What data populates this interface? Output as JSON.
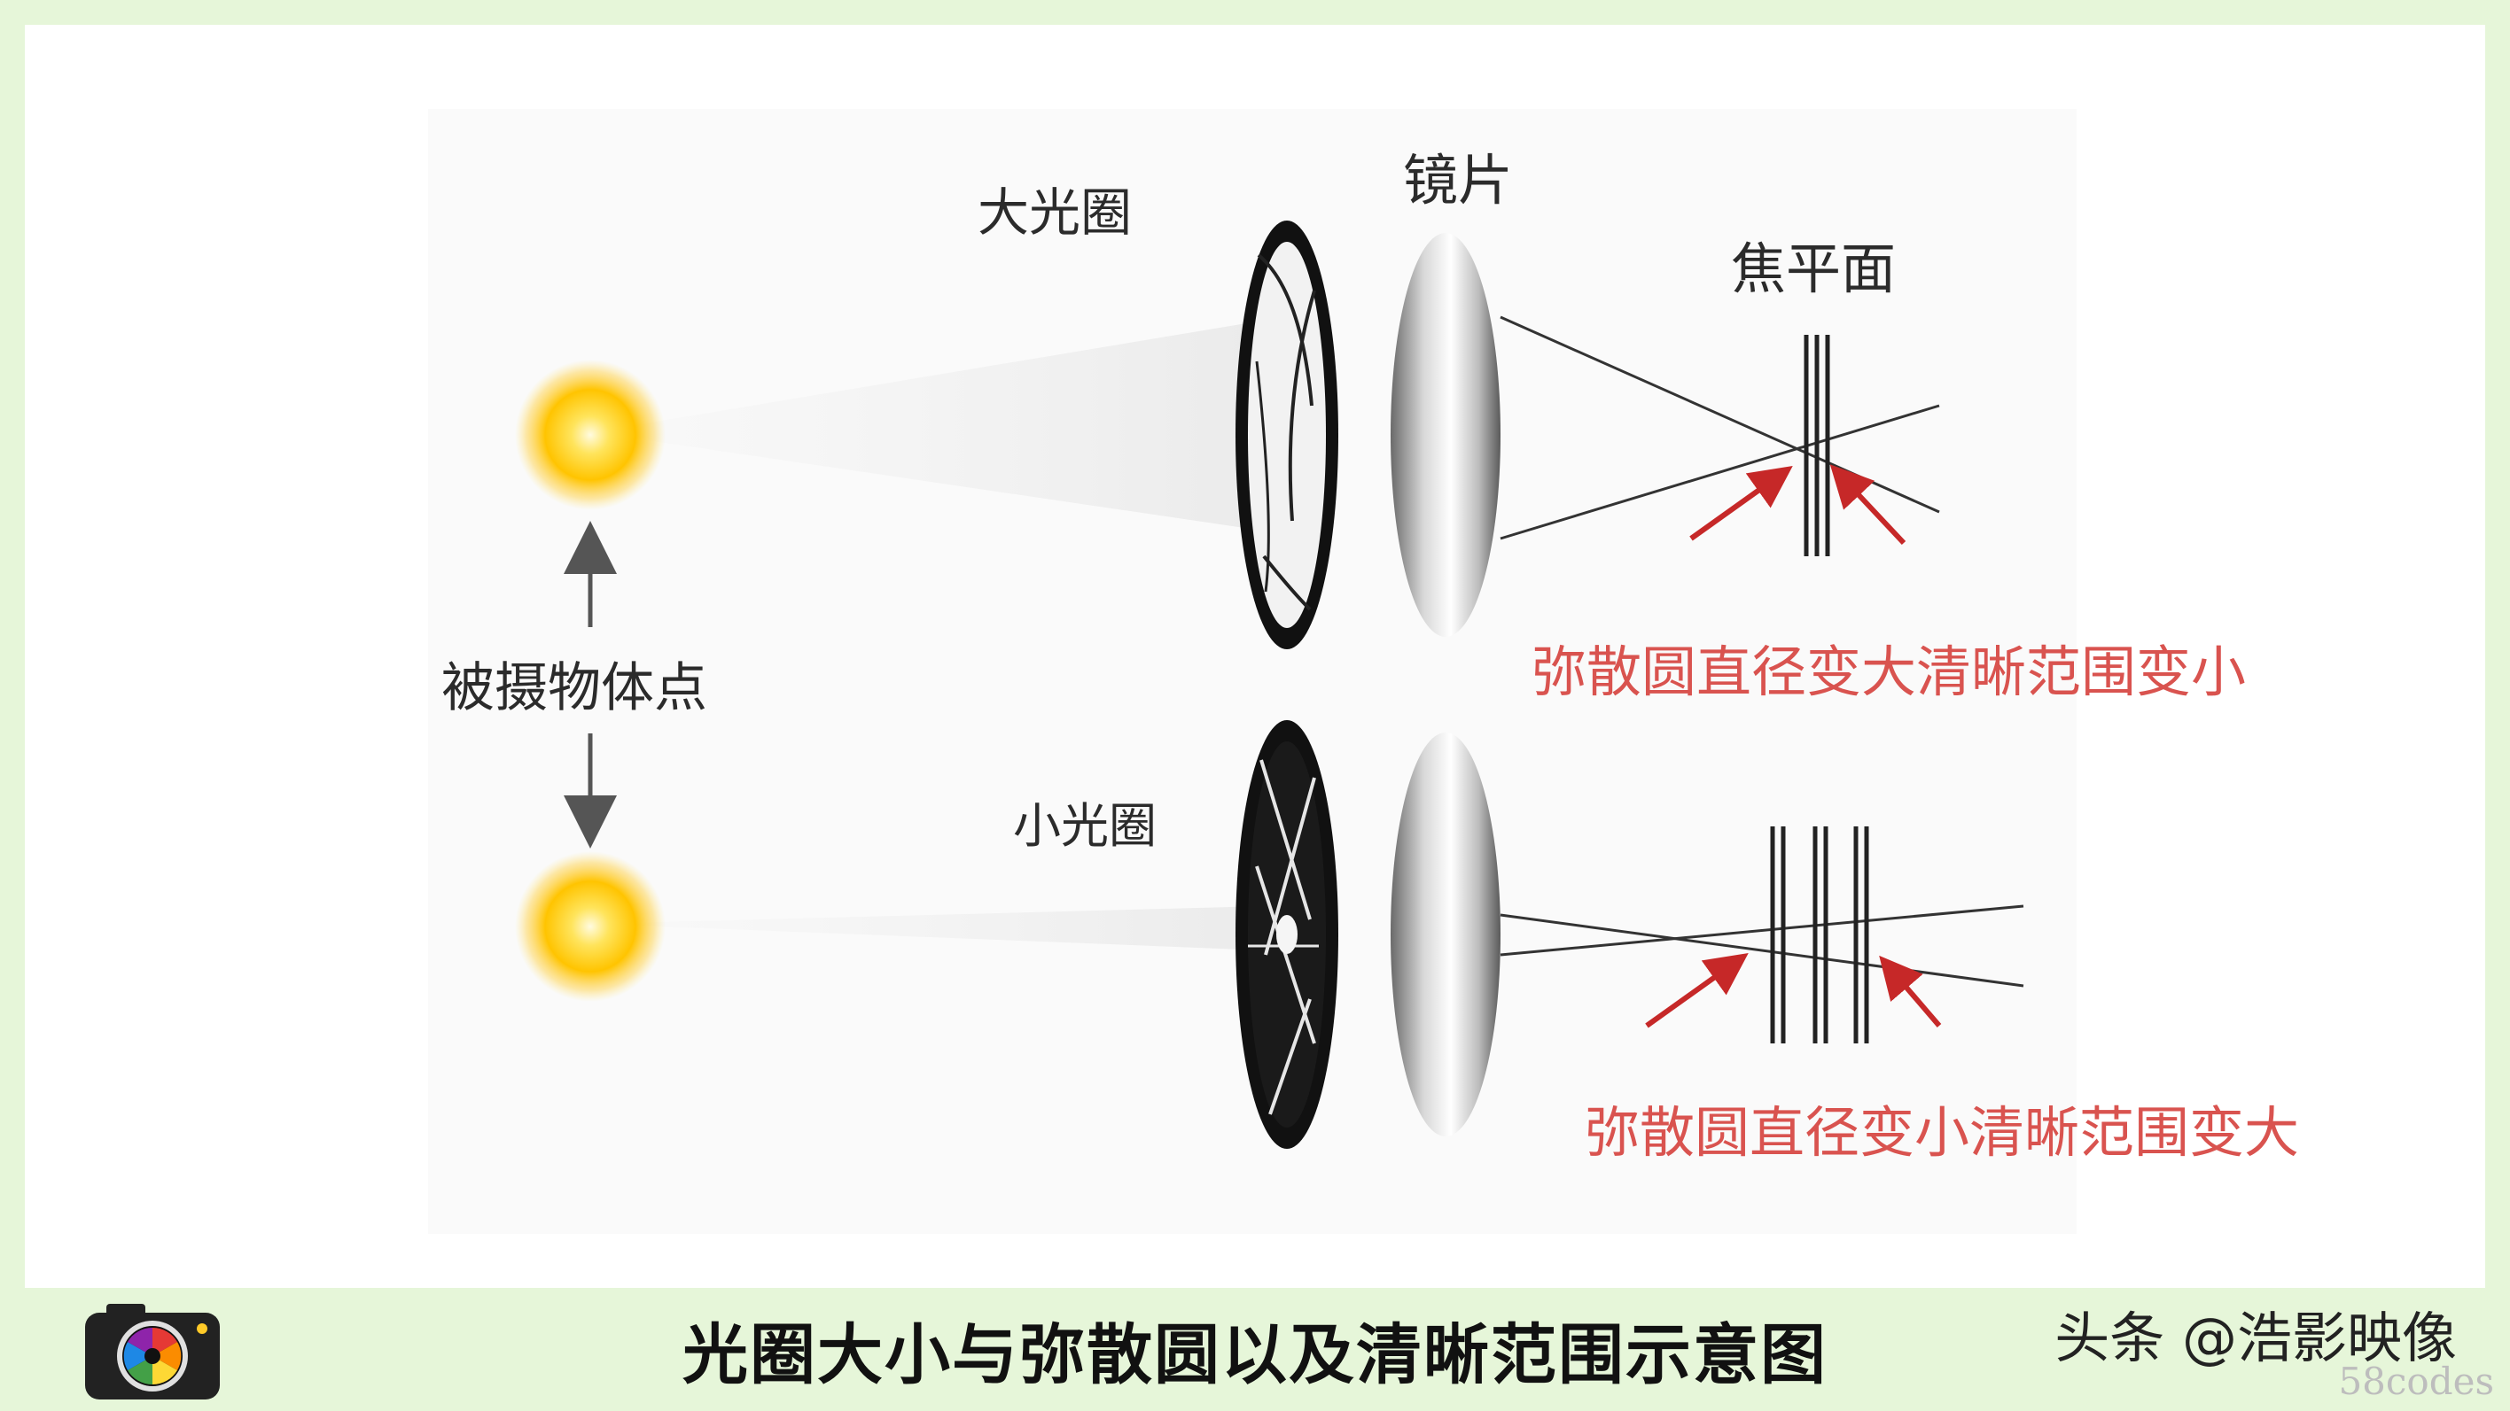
{
  "diagram": {
    "labels": {
      "large_aperture": "大光圈",
      "lens": "镜片",
      "focal_plane": "焦平面",
      "subject_point": "被摄物体点",
      "small_aperture": "小光圈",
      "large_result": "弥散圆直径变大清晰范围变小",
      "small_result": "弥散圆直径变小清晰范围变大"
    },
    "colors": {
      "sun": "#ffcc00",
      "annotation_red": "#c62828",
      "annotation_text_red": "#d9534f",
      "background": "#e6f6d9"
    }
  },
  "footer": {
    "title": "光圈大小与弥散圆以及清晰范围示意图",
    "watermark": "头条 @浩影映像",
    "watermark_small": "58codes",
    "logo_icon": "camera-aperture-icon"
  }
}
